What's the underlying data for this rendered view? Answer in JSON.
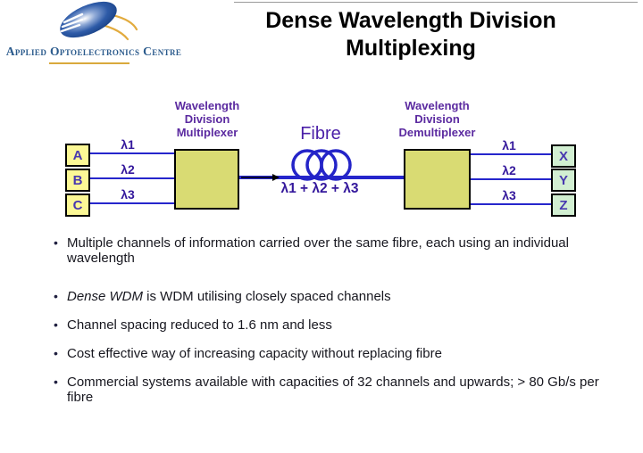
{
  "logo": {
    "text": "Applied Optoelectronics Centre",
    "text_color": "#2A5A8C",
    "ellipse_color": "#2457A0",
    "swoosh_color": "#E2AB3E"
  },
  "title": {
    "text": "Dense Wavelength Division Multiplexing"
  },
  "diagram": {
    "mux_label": "Wavelength Division Multiplexer",
    "demux_label": "Wavelength Division Demultiplexer",
    "fibre_label": "Fibre",
    "fibre_sum": "λ1 + λ2 + λ3",
    "inputs": [
      "A",
      "B",
      "C"
    ],
    "outputs": [
      "X",
      "Y",
      "Z"
    ],
    "input_wavelengths": [
      "λ1",
      "λ2",
      "λ3"
    ],
    "output_wavelengths": [
      "λ1",
      "λ2",
      "λ3"
    ],
    "colors": {
      "line": "#2626CC",
      "mux_fill": "#D9DB73",
      "input_fill": "#FCF896",
      "output_fill": "#D2EFD2",
      "label": "#5B2AA0",
      "lambda": "#34189C"
    }
  },
  "bullets_meta": {
    "marker": "•"
  },
  "bullets": [
    {
      "text": "Multiple channels of information carried over the same fibre, each using an individual wavelength"
    },
    {
      "em": "Dense WDM",
      "rest": " is WDM utilising closely spaced channels"
    },
    {
      "text": "Channel spacing reduced to 1.6 nm and less"
    },
    {
      "text": "Cost effective way of increasing capacity without replacing fibre"
    },
    {
      "text": "Commercial systems available with capacities of 32 channels and upwards; > 80 Gb/s per fibre"
    }
  ]
}
